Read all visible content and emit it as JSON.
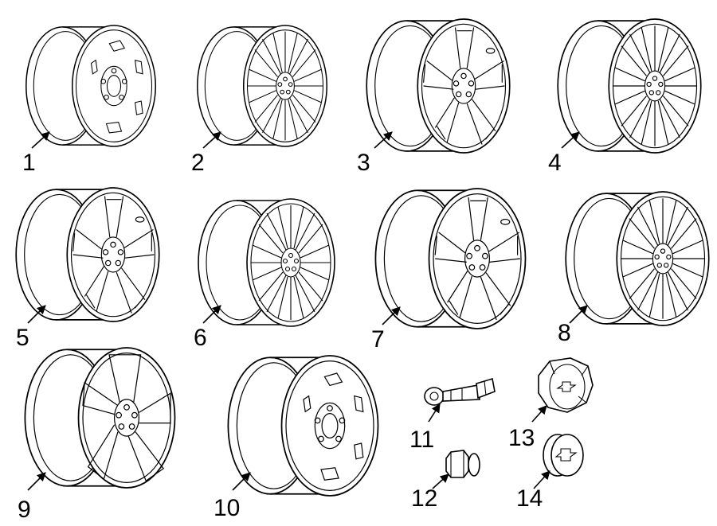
{
  "colors": {
    "line": "#000000",
    "background": "#ffffff"
  },
  "parts": [
    {
      "number": "1",
      "kind": "steel-wheel"
    },
    {
      "number": "2",
      "kind": "alloy-wheel"
    },
    {
      "number": "3",
      "kind": "alloy-wheel"
    },
    {
      "number": "4",
      "kind": "alloy-wheel"
    },
    {
      "number": "5",
      "kind": "alloy-wheel"
    },
    {
      "number": "6",
      "kind": "alloy-wheel"
    },
    {
      "number": "7",
      "kind": "alloy-wheel"
    },
    {
      "number": "8",
      "kind": "alloy-wheel"
    },
    {
      "number": "9",
      "kind": "alloy-wheel"
    },
    {
      "number": "10",
      "kind": "steel-wheel"
    },
    {
      "number": "11",
      "kind": "tpms-valve-stem"
    },
    {
      "number": "12",
      "kind": "lug-nut"
    },
    {
      "number": "13",
      "kind": "center-cap-steel"
    },
    {
      "number": "14",
      "kind": "center-cap-alloy"
    }
  ]
}
